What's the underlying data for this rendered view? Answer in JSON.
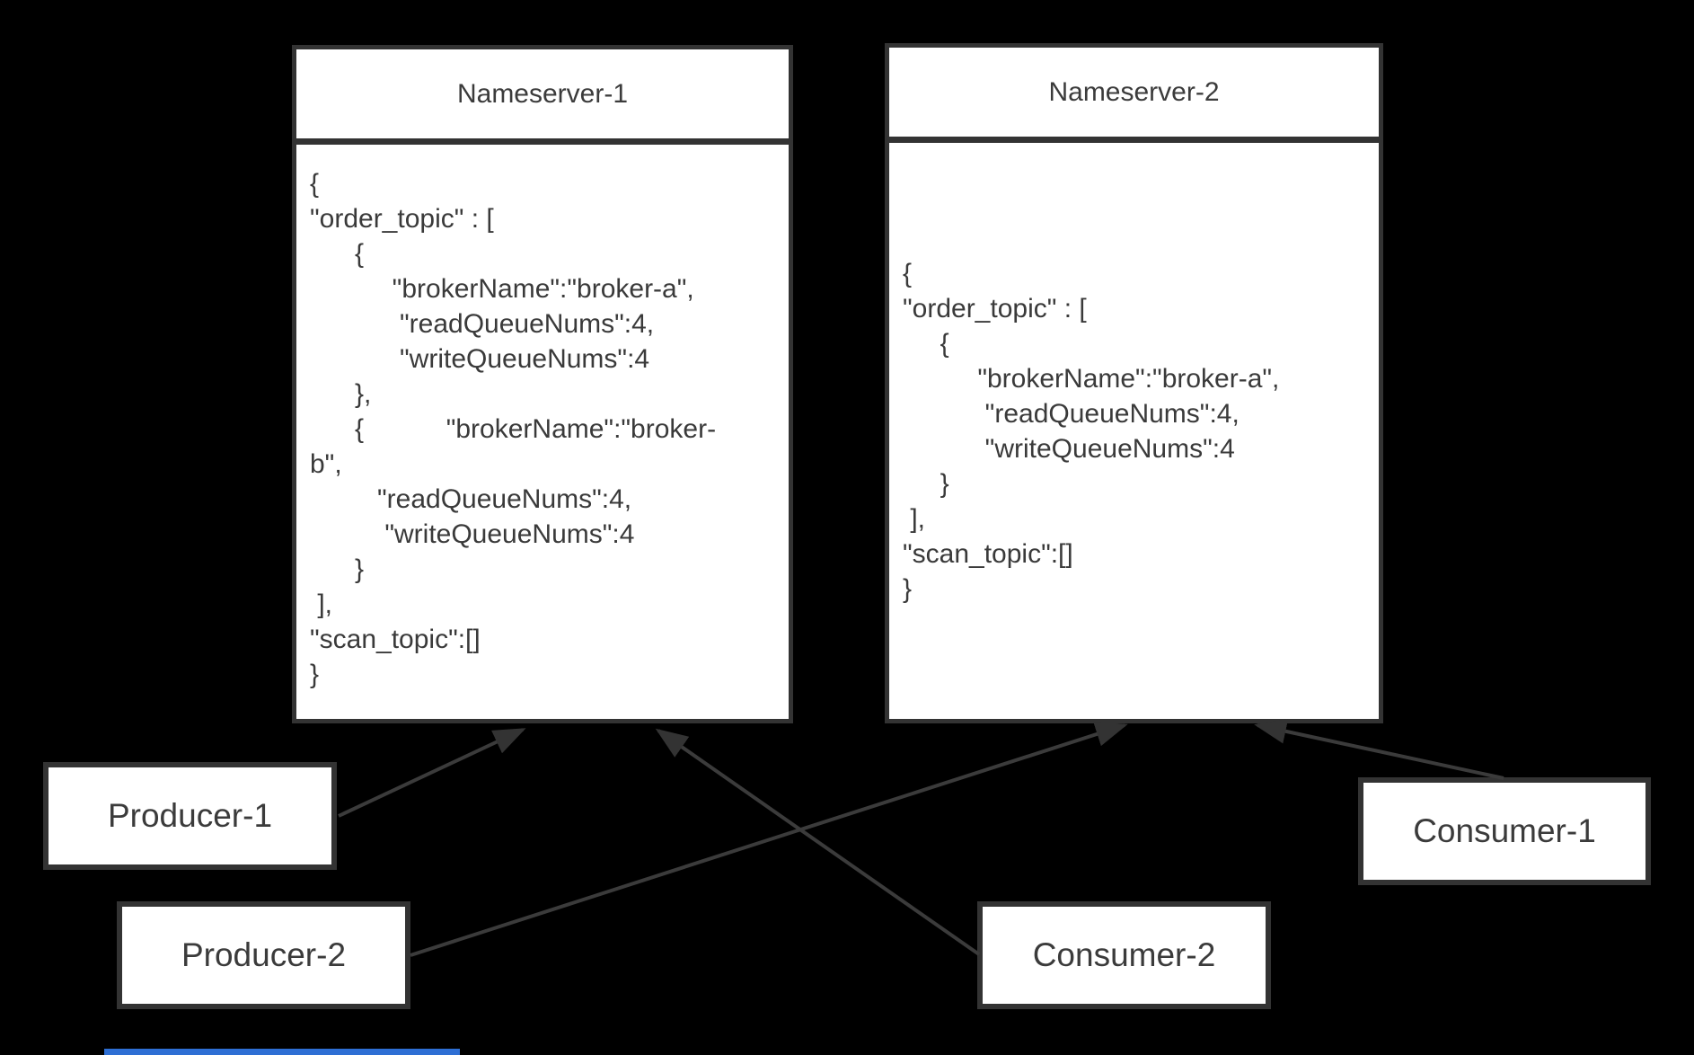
{
  "nameserver1": {
    "title": "Nameserver-1",
    "json_lines": [
      "{",
      "\"order_topic\" : [",
      "      {",
      "           \"brokerName\":\"broker-a\",",
      "            \"readQueueNums\":4,",
      "            \"writeQueueNums\":4",
      "      },",
      "      {           \"brokerName\":\"broker-",
      "b\",",
      "         \"readQueueNums\":4,",
      "          \"writeQueueNums\":4",
      "      }",
      " ],",
      "\"scan_topic\":[]",
      "}"
    ]
  },
  "nameserver2": {
    "title": "Nameserver-2",
    "json_lines": [
      "{",
      "\"order_topic\" : [",
      "     {",
      "          \"brokerName\":\"broker-a\",",
      "           \"readQueueNums\":4,",
      "           \"writeQueueNums\":4",
      "     }",
      " ],",
      "\"scan_topic\":[]",
      "}"
    ]
  },
  "nodes": {
    "producer1": {
      "label": "Producer-1"
    },
    "producer2": {
      "label": "Producer-2"
    },
    "consumer1": {
      "label": "Consumer-1"
    },
    "consumer2": {
      "label": "Consumer-2"
    }
  },
  "edges": [
    {
      "from": "Producer-1",
      "to": "Nameserver-1"
    },
    {
      "from": "Producer-2",
      "to": "Nameserver-2"
    },
    {
      "from": "Consumer-2",
      "to": "Nameserver-1"
    },
    {
      "from": "Consumer-1",
      "to": "Nameserver-2"
    }
  ],
  "colors": {
    "background": "#000000",
    "box_fill": "#ffffff",
    "box_border": "#333333",
    "text": "#3a3a3a",
    "arrow": "#3b3b3b",
    "bottom_bar": "#2e6fd4"
  }
}
